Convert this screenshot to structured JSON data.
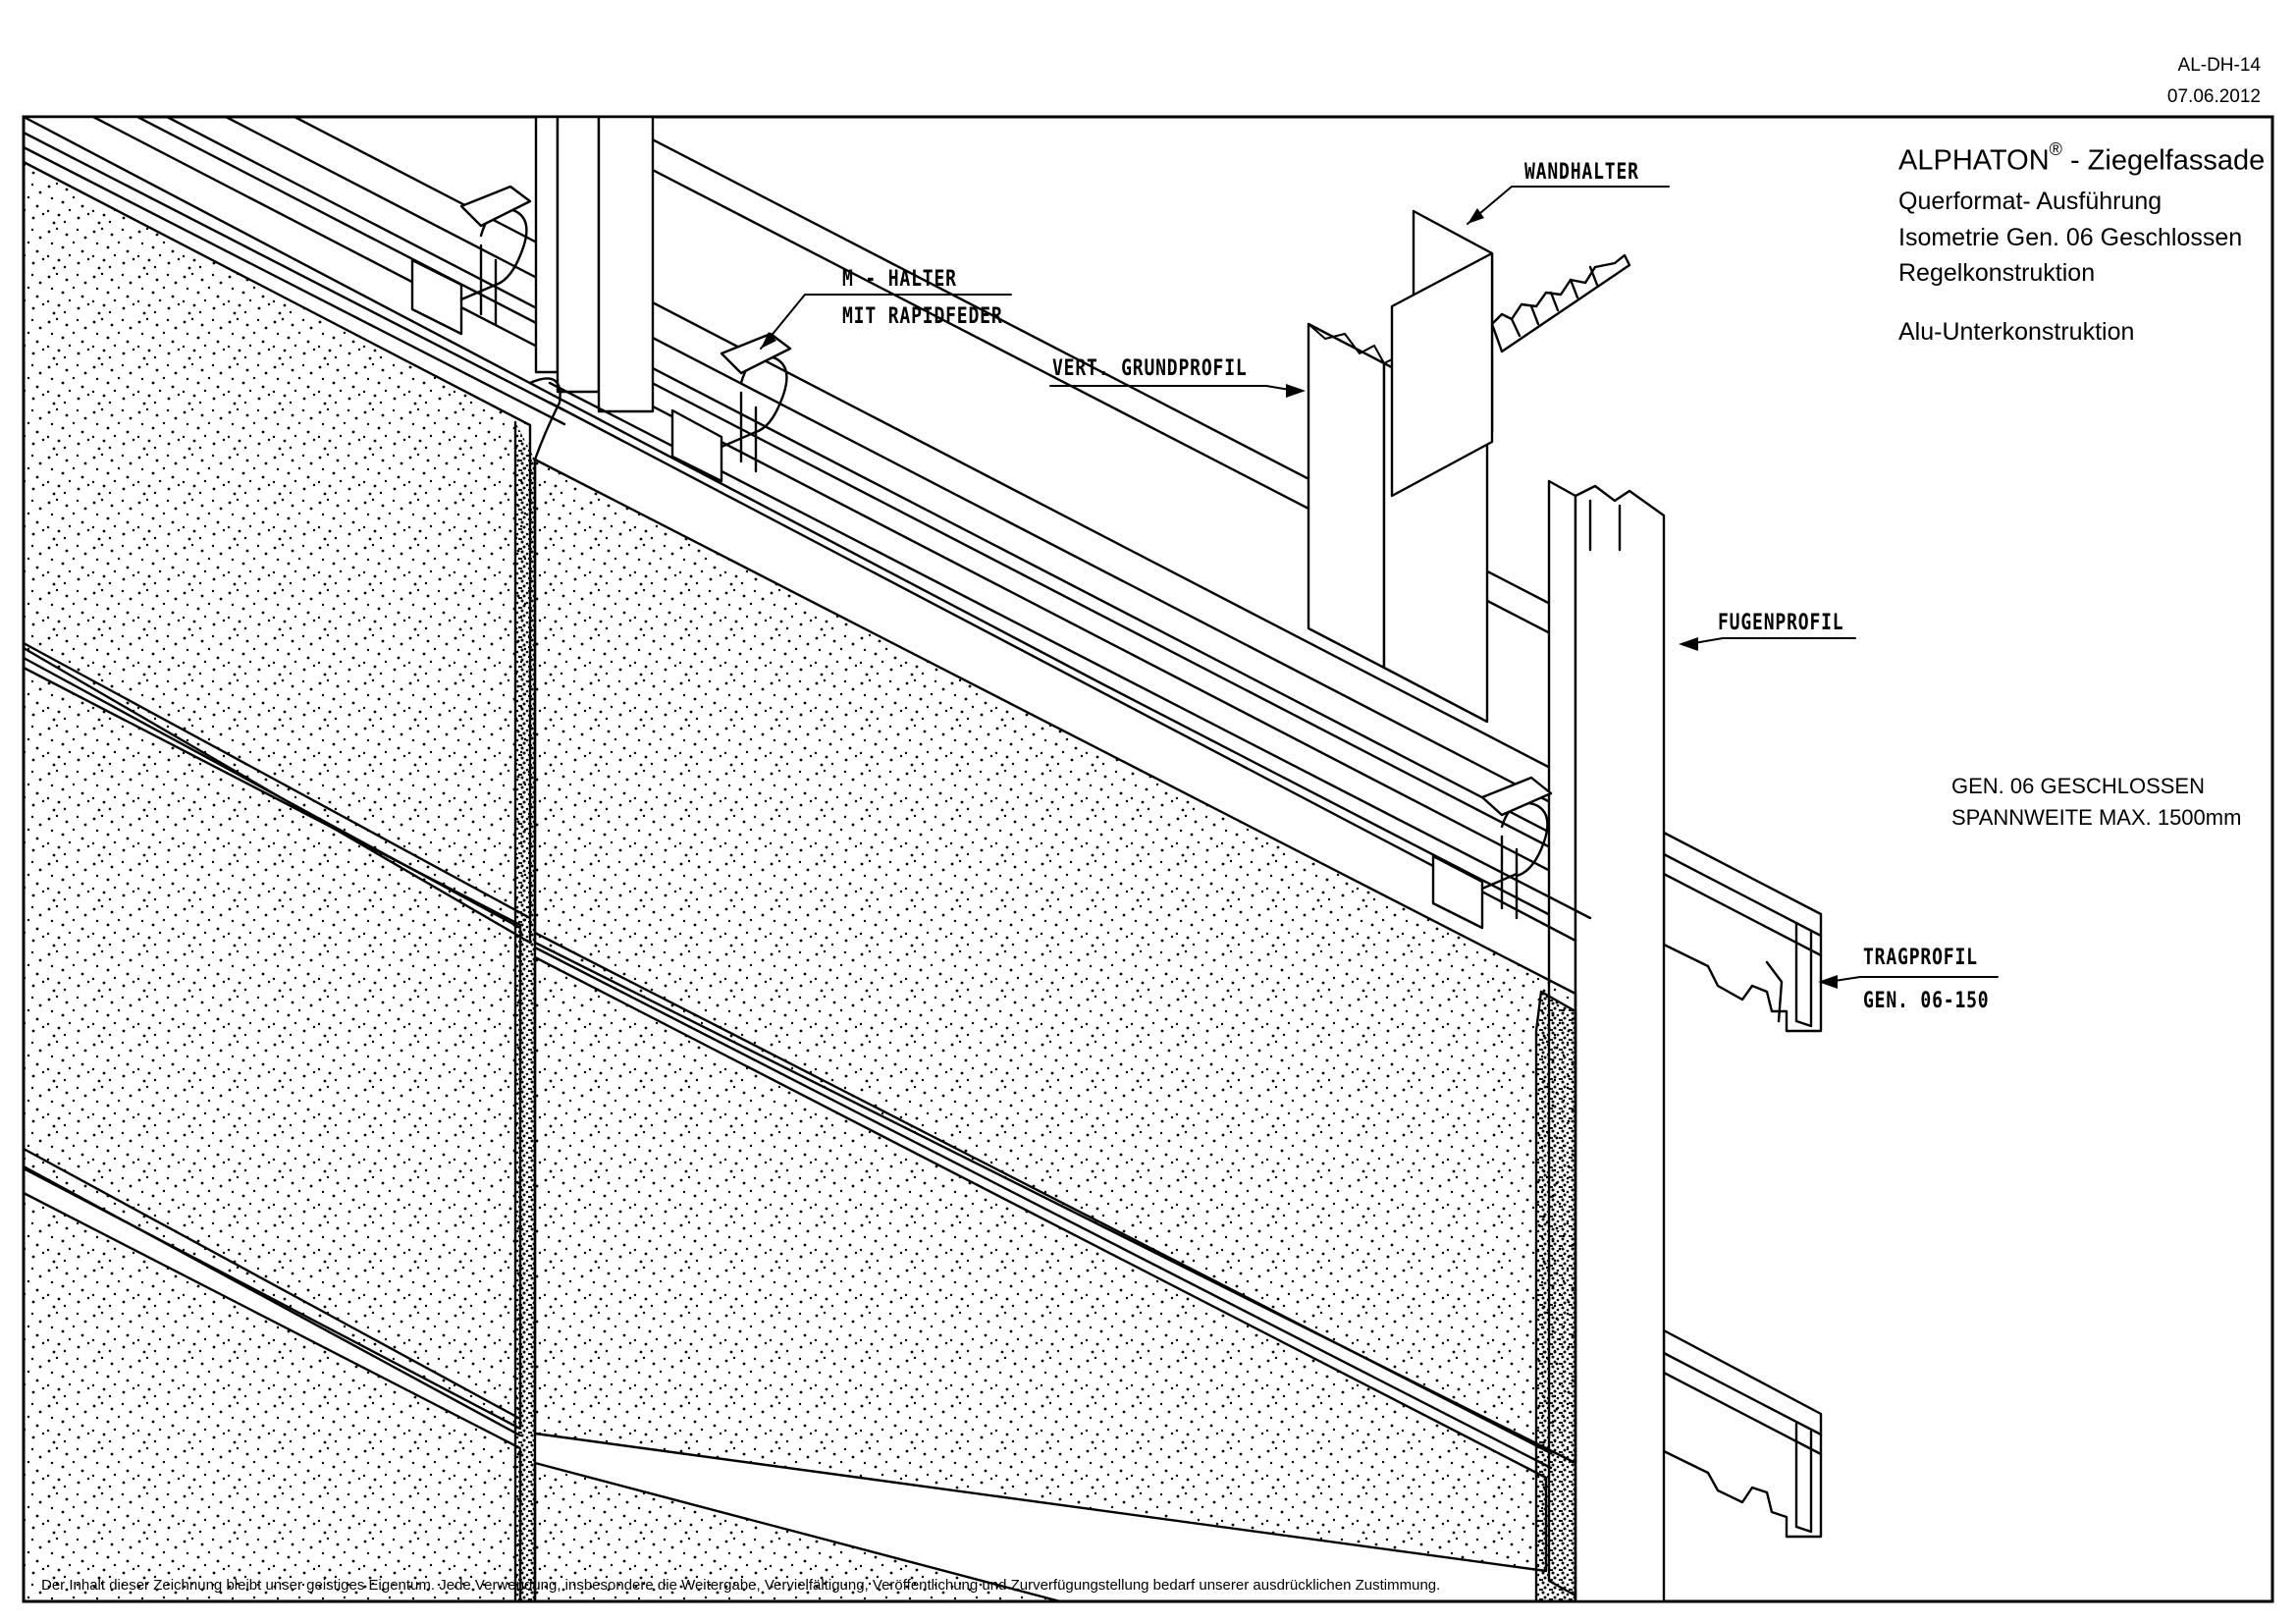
{
  "header": {
    "drawing_number": "AL-DH-14",
    "date": "07.06.2012"
  },
  "title_block": {
    "product": "ALPHATON",
    "registered_mark": "®",
    "product_suffix": " - Ziegelfassade",
    "line_1": "Querformat- Ausführung",
    "line_2": "Isometrie  Gen. 06  Geschlossen",
    "line_3": "Regelkonstruktion",
    "line_4": "Alu-Unterkonstruktion"
  },
  "callouts": {
    "wandhalter": "WANDHALTER",
    "m_halter": "M - HALTER",
    "rapidfeder": "MIT RAPIDFEDER",
    "grundprofil": "VERT. GRUNDPROFIL",
    "fugenprofil": "FUGENPROFIL",
    "tragprofil": "TRAGPROFIL",
    "tragprofil_type": "GEN. 06-150"
  },
  "spec": {
    "line_1": "GEN. 06   GESCHLOSSEN",
    "line_2": "SPANNWEITE MAX. 1500mm"
  },
  "footer": {
    "copyright": "Der Inhalt dieser Zeichnung bleibt unser geistiges Eigentum. Jede Verwendung, insbesondere die Weitergabe, Vervielfältigung, Veröffentlichung und Zurverfügungstellung bedarf unserer ausdrücklichen Zustimmung."
  },
  "colors": {
    "line": "#000000",
    "background": "#ffffff"
  }
}
